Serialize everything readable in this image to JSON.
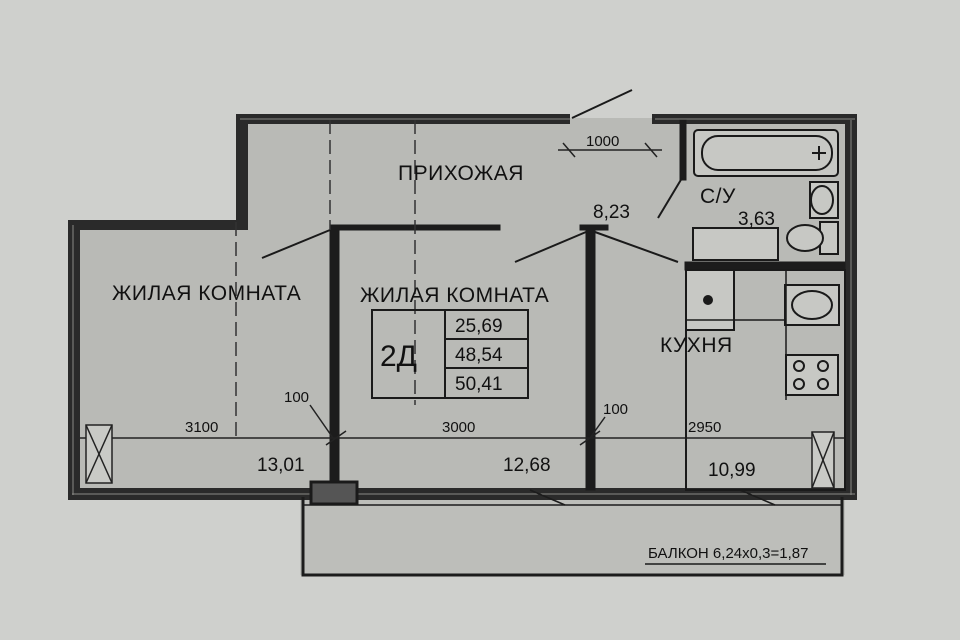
{
  "rooms": {
    "hallway_label": "ПРИХОЖАЯ",
    "hallway_area": "8,23",
    "bathroom_label": "С/У",
    "bathroom_area": "3,63",
    "living_left_label": "ЖИЛАЯ КОМНАТА",
    "living_left_area": "13,01",
    "living_mid_label": "ЖИЛАЯ КОМНАТА",
    "living_mid_area": "12,68",
    "kitchen_label": "КУХНЯ",
    "kitchen_area": "10,99"
  },
  "dimensions": {
    "door_width": "1000",
    "wall_left": "100",
    "wall_right": "100",
    "width_left": "3100",
    "width_mid": "3000",
    "width_right": "2950"
  },
  "apartment": {
    "type": "2Д",
    "living_area": "25,69",
    "total_area": "48,54",
    "total_with_balcony": "50,41"
  },
  "balcony": {
    "label": "БАЛКОН 6,24х0,3=1,87"
  },
  "colors": {
    "background": "#cfd0cd",
    "floor": "#b9bab6",
    "wall": "#1c1c1c",
    "text": "#111111"
  }
}
